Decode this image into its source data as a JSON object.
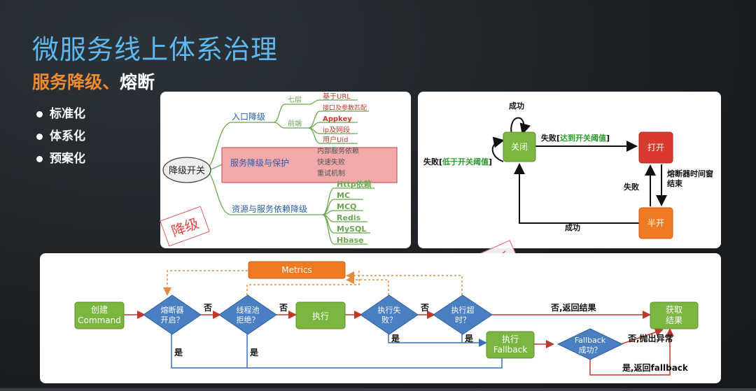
{
  "title": "微服务线上体系治理",
  "subtitle": {
    "part1": "服务降级、",
    "part2": "熔断"
  },
  "bullets": [
    "标准化",
    "体系化",
    "预案化"
  ],
  "degrade": {
    "root": "降级开关",
    "branches": [
      {
        "label": "入口降级",
        "subs": [
          {
            "label": "七层",
            "leaves": [
              "基于URL"
            ]
          },
          {
            "label": "前端",
            "leaves": [
              "接口及参数匹配",
              "Appkey",
              "ip及网段",
              "用户Uid"
            ]
          }
        ]
      },
      {
        "label": "服务降级与保护",
        "leaves": [
          "内部服务依赖",
          "快速失败",
          "重试机制"
        ]
      },
      {
        "label": "资源与服务依赖降级",
        "leaves": [
          "Http依赖",
          "MC",
          "MCQ",
          "Redis",
          "MySQL",
          "Hbase"
        ]
      }
    ],
    "stamp": "降级"
  },
  "breaker": {
    "closed": "关闭",
    "open": "打开",
    "half": "半开",
    "success_loop": "成功",
    "to_open_prefix": "失败[",
    "to_open_mid": "达到开关阈值",
    "to_open_suffix": "]",
    "below_prefix": "失败[",
    "below_mid": "低于开关阈值",
    "below_suffix": "]",
    "window_end_1": "熔断器时间窗",
    "window_end_2": "结束",
    "half_fail": "失败",
    "half_success": "成功",
    "stamp": "熔断"
  },
  "flow": {
    "metrics": "Metrics",
    "create_1": "创建",
    "create_2": "Command",
    "cb_open_1": "熔断器",
    "cb_open_2": "开启？",
    "pool_1": "线程池",
    "pool_2": "拒绝？",
    "exec": "执行",
    "fail_1": "执行失",
    "fail_2": "败？",
    "timeout_1": "执行超",
    "timeout_2": "时？",
    "get_1": "获取",
    "get_2": "结果",
    "fb_exec_1": "执行",
    "fb_exec_2": "Fallback",
    "fb_ok_1": "Fallback",
    "fb_ok_2": "成功？",
    "no": "否",
    "yes": "是",
    "no_return": "否,返回结果",
    "no_throw": "否,抛出异常",
    "yes_return": "是,返回fallback"
  },
  "colors": {
    "title": "#5fb7ef",
    "subtitle": "#f08a2e",
    "green": "#7ab640",
    "blue_diamond": "#4a7fc1",
    "orange": "#ef7a22",
    "red_state": "#d93a2f",
    "arrow_red": "#c0392b",
    "arrow_blue": "#3d6fb5",
    "dotted": "#e58a3a"
  }
}
